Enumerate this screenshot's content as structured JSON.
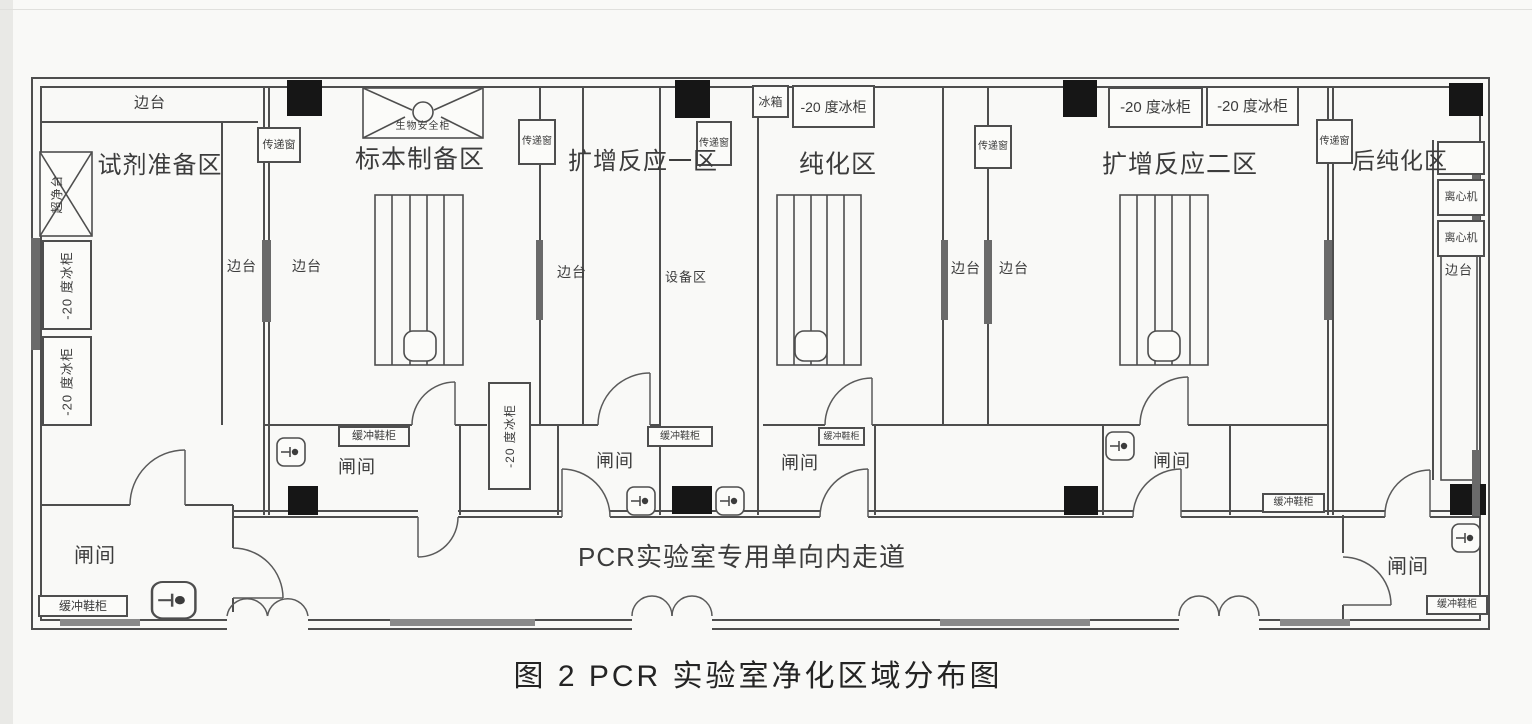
{
  "figure_caption": "图 2 PCR 实验室净化区域分布图",
  "corridor_label": "PCR实验室专用单向内走道",
  "rooms": {
    "reagent_prep": "试剂准备区",
    "specimen_prep": "标本制备区",
    "amplification_1": "扩增反应一区",
    "purification": "纯化区",
    "amplification_2": "扩增反应二区",
    "post_purification": "后纯化区",
    "equipment_area": "设备区",
    "airlock": "闸间"
  },
  "fixtures": {
    "side_bench": "边台",
    "pass_window": "传递窗",
    "buffer_shoe_cabinet": "缓冲鞋柜",
    "clean_bench": "超净台",
    "biosafety_cabinet": "生物安全柜",
    "freezer_minus_20": "-20 度冰柜",
    "fridge": "冰箱",
    "centrifuge": "离心机"
  }
}
